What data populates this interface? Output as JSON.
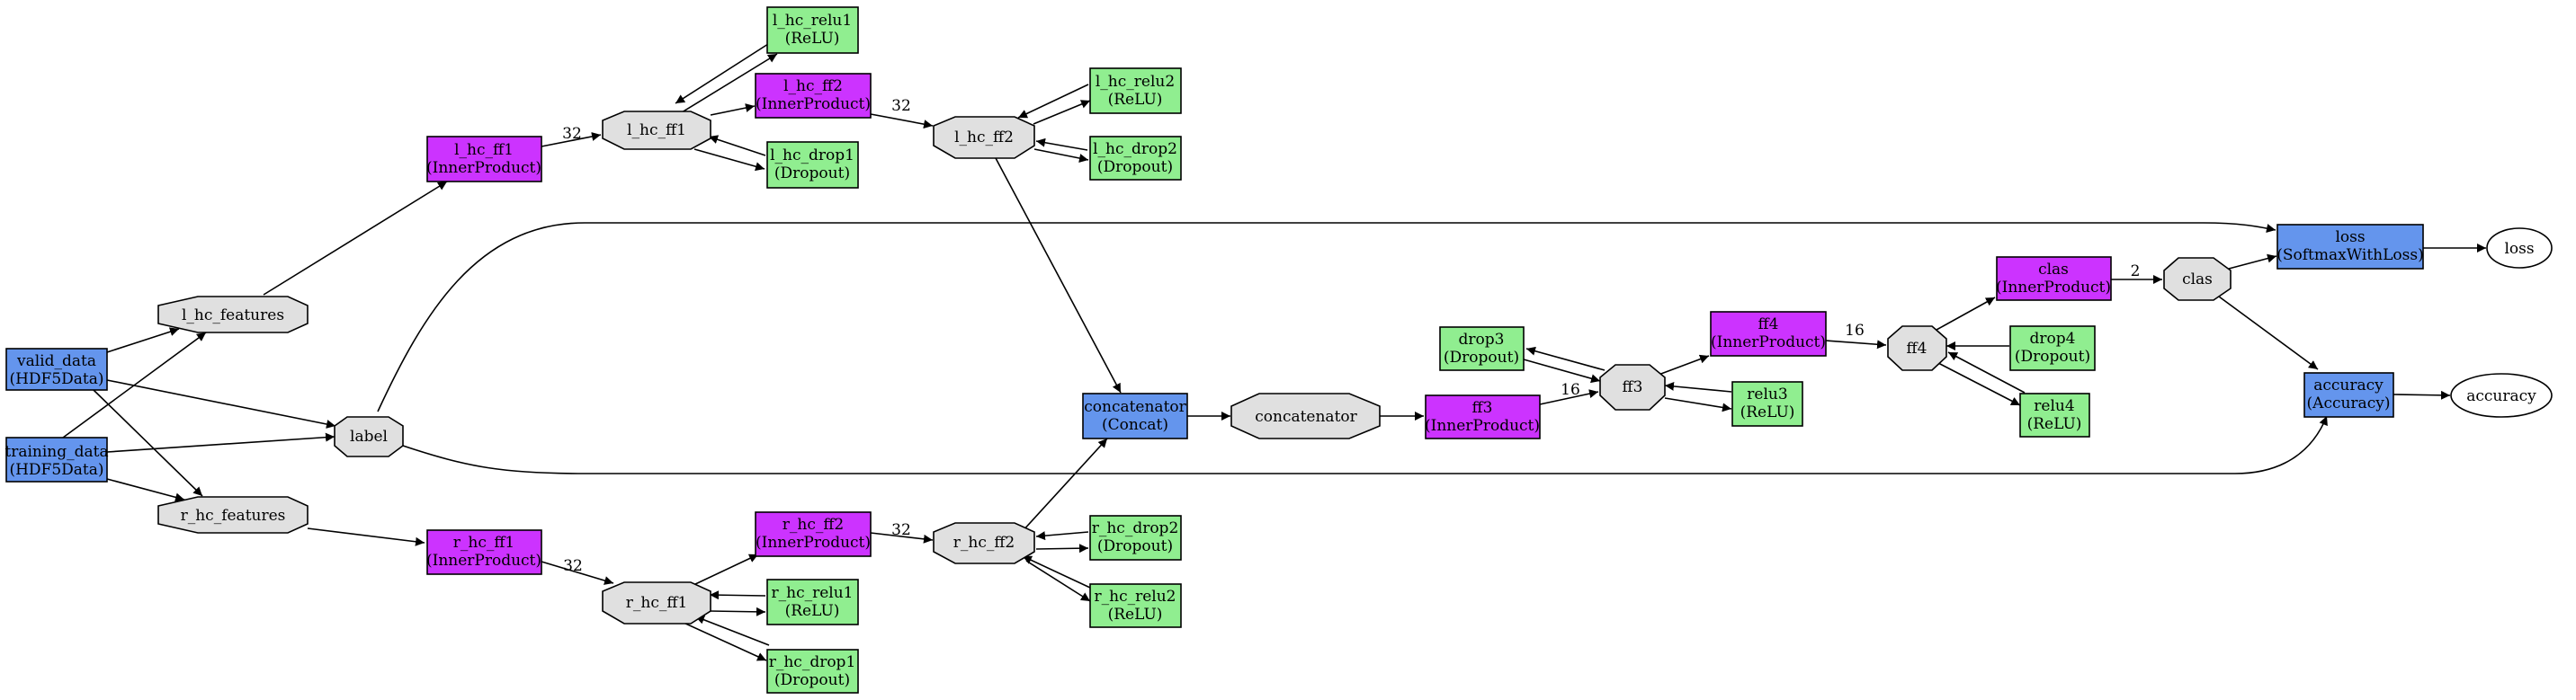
{
  "colors": {
    "data_layer": "#6495ed",
    "inner_product": "#cc33ff",
    "activation": "#90ee90",
    "blob": "#e0e0e0",
    "output": "#ffffff"
  },
  "nodes": {
    "valid_data": {
      "name": "valid_data",
      "type": "(HDF5Data)"
    },
    "training_data": {
      "name": "training_data",
      "type": "(HDF5Data)"
    },
    "l_hc_features": {
      "name": "l_hc_features"
    },
    "r_hc_features": {
      "name": "r_hc_features"
    },
    "label": {
      "name": "label"
    },
    "l_hc_ff1_layer": {
      "name": "l_hc_ff1",
      "type": "(InnerProduct)"
    },
    "l_hc_ff1_blob": {
      "name": "l_hc_ff1"
    },
    "l_hc_relu1": {
      "name": "l_hc_relu1",
      "type": "(ReLU)"
    },
    "l_hc_drop1": {
      "name": "l_hc_drop1",
      "type": "(Dropout)"
    },
    "l_hc_ff2_layer": {
      "name": "l_hc_ff2",
      "type": "(InnerProduct)"
    },
    "l_hc_ff2_blob": {
      "name": "l_hc_ff2"
    },
    "l_hc_relu2": {
      "name": "l_hc_relu2",
      "type": "(ReLU)"
    },
    "l_hc_drop2": {
      "name": "l_hc_drop2",
      "type": "(Dropout)"
    },
    "r_hc_ff1_layer": {
      "name": "r_hc_ff1",
      "type": "(InnerProduct)"
    },
    "r_hc_ff1_blob": {
      "name": "r_hc_ff1"
    },
    "r_hc_relu1": {
      "name": "r_hc_relu1",
      "type": "(ReLU)"
    },
    "r_hc_drop1": {
      "name": "r_hc_drop1",
      "type": "(Dropout)"
    },
    "r_hc_ff2_layer": {
      "name": "r_hc_ff2",
      "type": "(InnerProduct)"
    },
    "r_hc_ff2_blob": {
      "name": "r_hc_ff2"
    },
    "r_hc_drop2": {
      "name": "r_hc_drop2",
      "type": "(Dropout)"
    },
    "r_hc_relu2": {
      "name": "r_hc_relu2",
      "type": "(ReLU)"
    },
    "concatenator_layer": {
      "name": "concatenator",
      "type": "(Concat)"
    },
    "concatenator_blob": {
      "name": "concatenator"
    },
    "ff3_layer": {
      "name": "ff3",
      "type": "(InnerProduct)"
    },
    "ff3_blob": {
      "name": "ff3"
    },
    "drop3": {
      "name": "drop3",
      "type": "(Dropout)"
    },
    "relu3": {
      "name": "relu3",
      "type": "(ReLU)"
    },
    "ff4_layer": {
      "name": "ff4",
      "type": "(InnerProduct)"
    },
    "ff4_blob": {
      "name": "ff4"
    },
    "drop4": {
      "name": "drop4",
      "type": "(Dropout)"
    },
    "relu4": {
      "name": "relu4",
      "type": "(ReLU)"
    },
    "clas_layer": {
      "name": "clas",
      "type": "(InnerProduct)"
    },
    "clas_blob": {
      "name": "clas"
    },
    "loss_layer": {
      "name": "loss",
      "type": "(SoftmaxWithLoss)"
    },
    "loss_out": {
      "name": "loss"
    },
    "accuracy_layer": {
      "name": "accuracy",
      "type": "(Accuracy)"
    },
    "accuracy_out": {
      "name": "accuracy"
    }
  },
  "edge_labels": {
    "l_ff1": "32",
    "l_ff2": "32",
    "r_ff1": "32",
    "r_ff2": "32",
    "ff3": "16",
    "ff4": "16",
    "clas": "2"
  }
}
